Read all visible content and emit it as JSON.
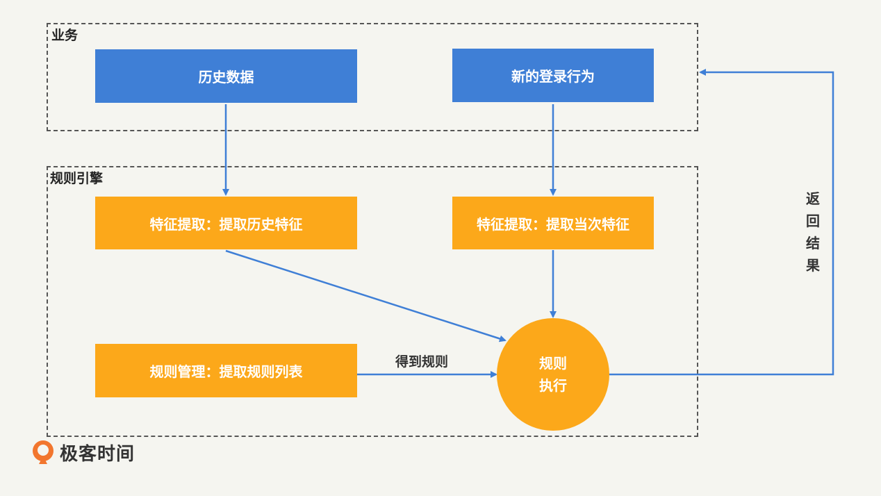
{
  "groups": {
    "business": "业务",
    "rule_engine": "规则引擎"
  },
  "nodes": {
    "history_data": "历史数据",
    "new_login": "新的登录行为",
    "feature_history": "特征提取：提取历史特征",
    "feature_current": "特征提取：提取当次特征",
    "rule_management": "规则管理：提取规则列表",
    "rule_exec_line1": "规则",
    "rule_exec_line2": "执行"
  },
  "edges": {
    "get_rules": "得到规则",
    "return_result": [
      "返",
      "回",
      "结",
      "果"
    ]
  },
  "logo": {
    "text": "极客时间"
  },
  "colors": {
    "blue": "#3f7fd6",
    "orange": "#fca81a",
    "arrow": "#3f7fd6"
  }
}
